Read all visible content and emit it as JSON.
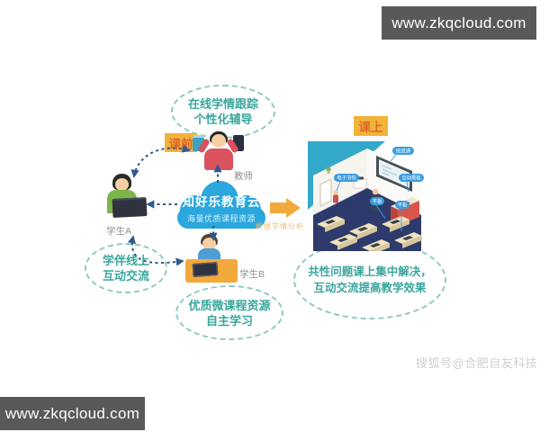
{
  "banners": {
    "top_right": "www.zkqcloud.com",
    "bottom_left": "www.zkqcloud.com"
  },
  "stage_badges": {
    "pre_class": "课前",
    "in_class": "课上"
  },
  "callout_clouds": {
    "top": {
      "line1": "在线学情跟踪",
      "line2": "个性化辅导"
    },
    "left": {
      "line1": "学伴线上",
      "line2": "互动交流"
    },
    "bottom": {
      "line1": "优质微课程资源",
      "line2": "自主学习"
    },
    "result": {
      "line1": "共性问题课上集中解决，",
      "line2": "互动交流提高教学效果"
    }
  },
  "center_cloud": {
    "title": "知好乐教育云",
    "subtitle": "海量优质课程资源"
  },
  "actors": {
    "teacher": "教师",
    "student_a": "学生A",
    "student_b": "学生B"
  },
  "flow_note": "根据学情分析",
  "classroom": {
    "callouts": [
      "班班通",
      "互动黑板",
      "电子书包",
      "平板",
      "平板"
    ]
  },
  "watermark": "搜狐号@合肥自友科技",
  "colors": {
    "teal_text": "#3aa69e",
    "cloud_blue": "#2aa7dd",
    "accent_orange": "#f2a93b",
    "badge_bg": "#f2b339",
    "badge_text": "#e0662a",
    "arrow_navy": "#2d5b8c",
    "banner_gray": "#595959"
  }
}
